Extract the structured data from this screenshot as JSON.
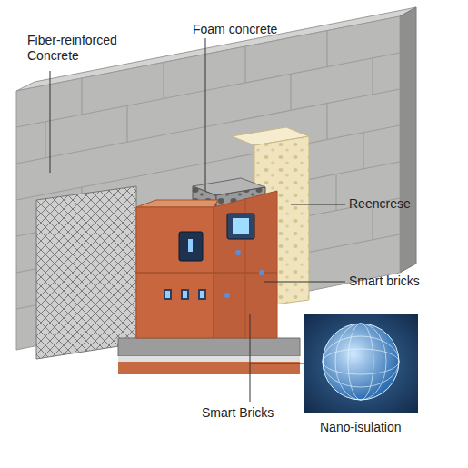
{
  "diagram": {
    "labels": [
      "Fiber-reinforced Concrete",
      "Foam concrete",
      "Reencrese",
      "Smart bricks",
      "Smart Bricks",
      "Nano-isulation"
    ]
  }
}
